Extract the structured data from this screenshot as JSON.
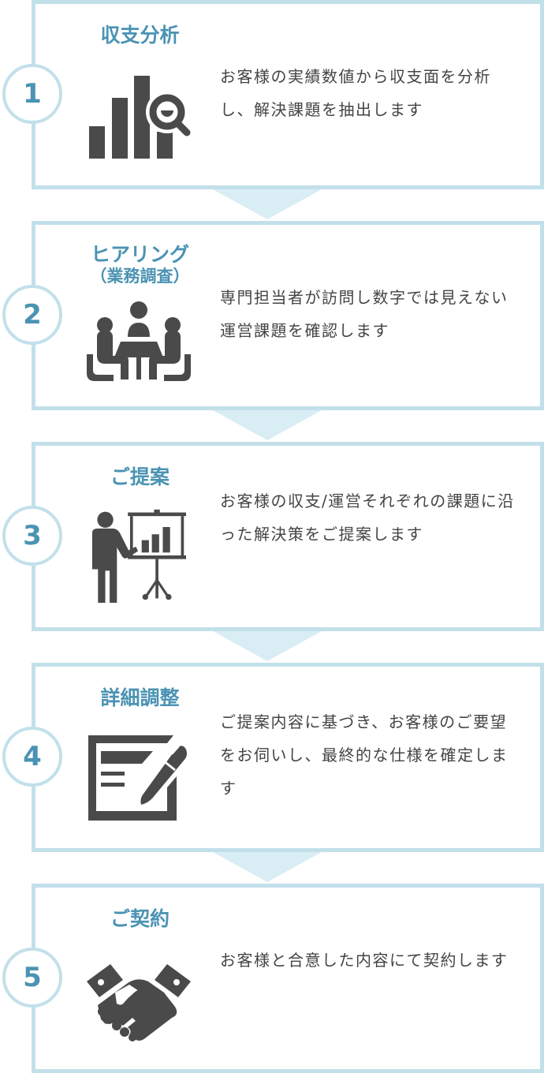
{
  "colors": {
    "accent": "#4b93b3",
    "border": "#c2e0ea",
    "arrow": "#d9edf4",
    "icon": "#4a4a4a",
    "text": "#444444"
  },
  "steps": [
    {
      "number": "1",
      "title": "収支分析",
      "subtitle": "",
      "icon": "bar-chart-magnifier-icon",
      "description": "お客様の実績数値から収支面を分析し、解決課題を抽出します"
    },
    {
      "number": "2",
      "title": "ヒアリング",
      "subtitle": "（業務調査）",
      "icon": "meeting-table-icon",
      "description": "専門担当者が訪問し数字では見えない運営課題を確認します"
    },
    {
      "number": "3",
      "title": "ご提案",
      "subtitle": "",
      "icon": "presentation-icon",
      "description": "お客様の収支/運営それぞれの課題に沿った解決策をご提案します"
    },
    {
      "number": "4",
      "title": "詳細調整",
      "subtitle": "",
      "icon": "document-pen-icon",
      "description": "ご提案内容に基づき、お客様のご要望をお伺いし、最終的な仕様を確定します"
    },
    {
      "number": "5",
      "title": "ご契約",
      "subtitle": "",
      "icon": "handshake-icon",
      "description": "お客様と合意した内容にて契約します"
    }
  ]
}
